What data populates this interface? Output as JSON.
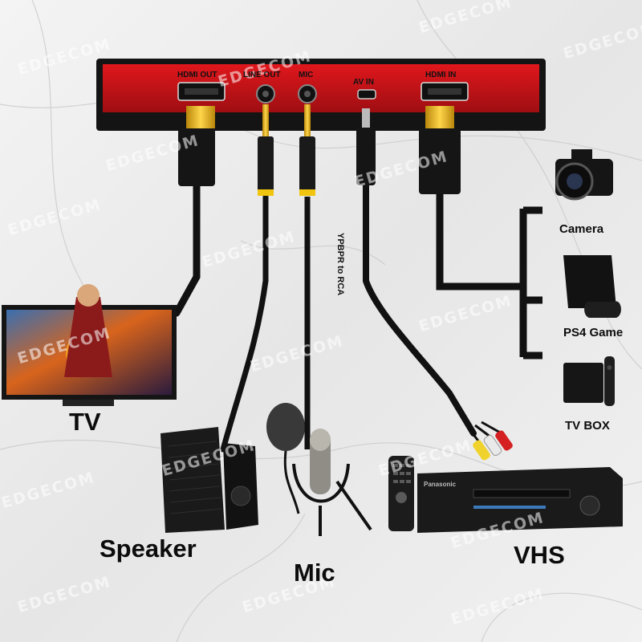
{
  "device": {
    "ports": {
      "hdmi_out": "HDMI OUT",
      "line_out": "LINE OUT",
      "mic": "MIC",
      "av_in": "AV IN",
      "hdmi_in": "HDMI IN"
    },
    "color": "#c8151b"
  },
  "cable_label": "YPBPR to RCA",
  "outputs": {
    "tv": "TV",
    "speaker": "Speaker",
    "mic": "Mic",
    "vhs": "VHS"
  },
  "sources": {
    "camera": "Camera",
    "ps4": "PS4 Game",
    "tv_box": "TV BOX"
  },
  "watermark": "EDGECOM",
  "brand_labels": {
    "vcr": "Panasonic"
  }
}
